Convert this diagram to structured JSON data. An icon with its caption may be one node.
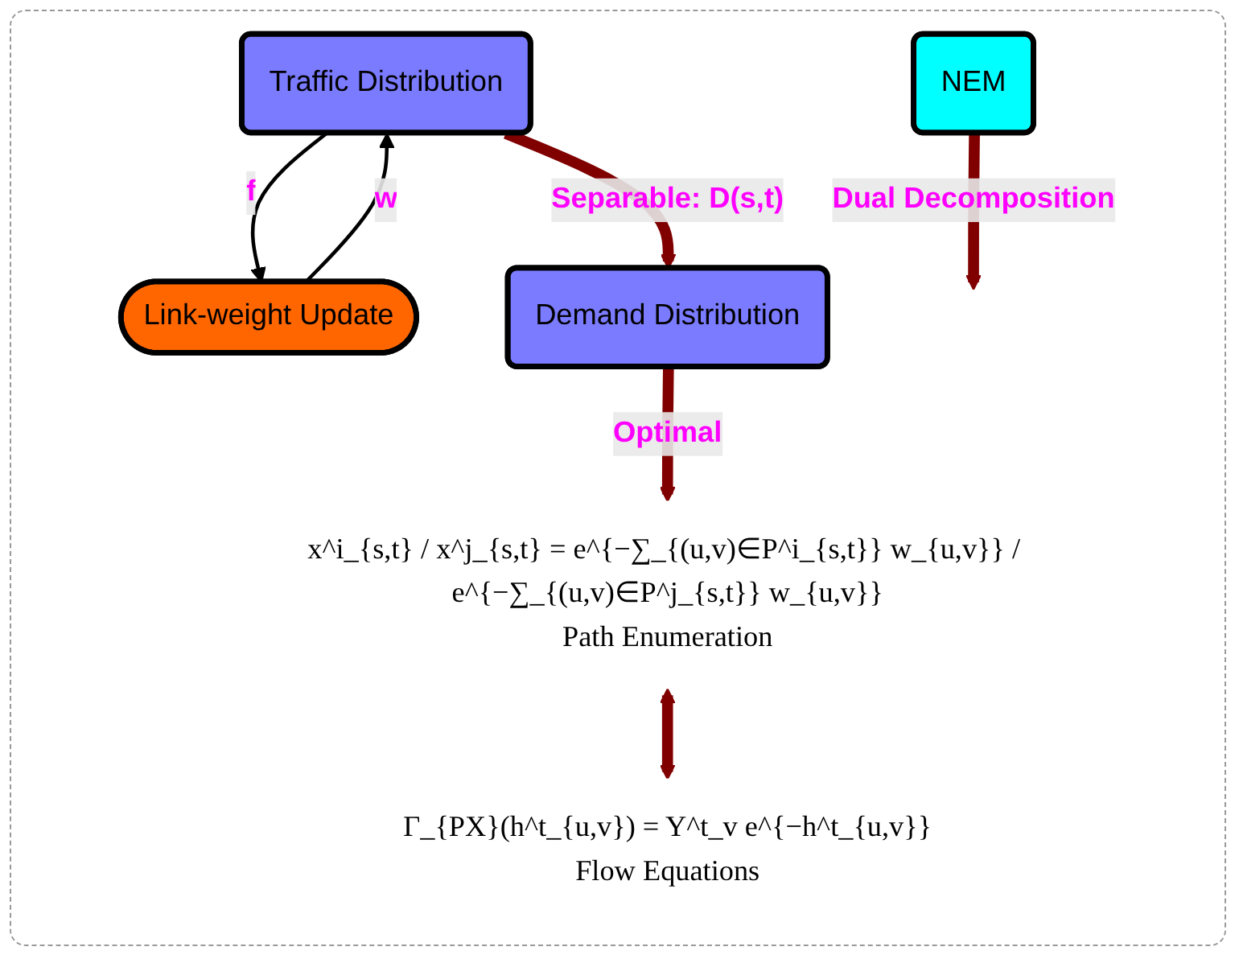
{
  "diagram": {
    "nodes": [
      {
        "text": [
          "NEM"
        ]
      },
      {
        "text": [
          "Traffic Distribution"
        ]
      },
      {
        "text": [
          "Link-weight Update"
        ]
      },
      {
        "text": [
          "Demand Distribution"
        ]
      },
      {
        "text": [
          "x^i_{s,t} / x^j_{s,t} = e^{−∑_{(u,v)∈P^i_{s,t}} w_{u,v}} / e^{−∑_{(u,v)∈P^j_{s,t}} w_{u,v}}",
          "Path Enumeration"
        ]
      },
      {
        "text": [
          "Γ_{PX}(h^t_{u,v}) = Υ^t_v e^{−h^t_{u,v}}",
          "Flow Equations"
        ]
      }
    ],
    "edges": [
      {
        "from": 0,
        "to": null,
        "arrow": "to",
        "label": "Dual Decomposition"
      },
      {
        "from": 2,
        "to": 1,
        "arrow": "to",
        "label": "w",
        "color": "#000000"
      },
      {
        "from": 1,
        "to": 2,
        "arrow": "to",
        "label": "f",
        "color": "#000000"
      },
      {
        "from": 1,
        "to": 3,
        "arrow": "to",
        "label": "Separable: D(s,t)"
      },
      {
        "from": 3,
        "to": 4,
        "arrow": "to",
        "label": "Optimal"
      },
      {
        "from": 4,
        "to": 5,
        "arrow": "both"
      }
    ]
  }
}
